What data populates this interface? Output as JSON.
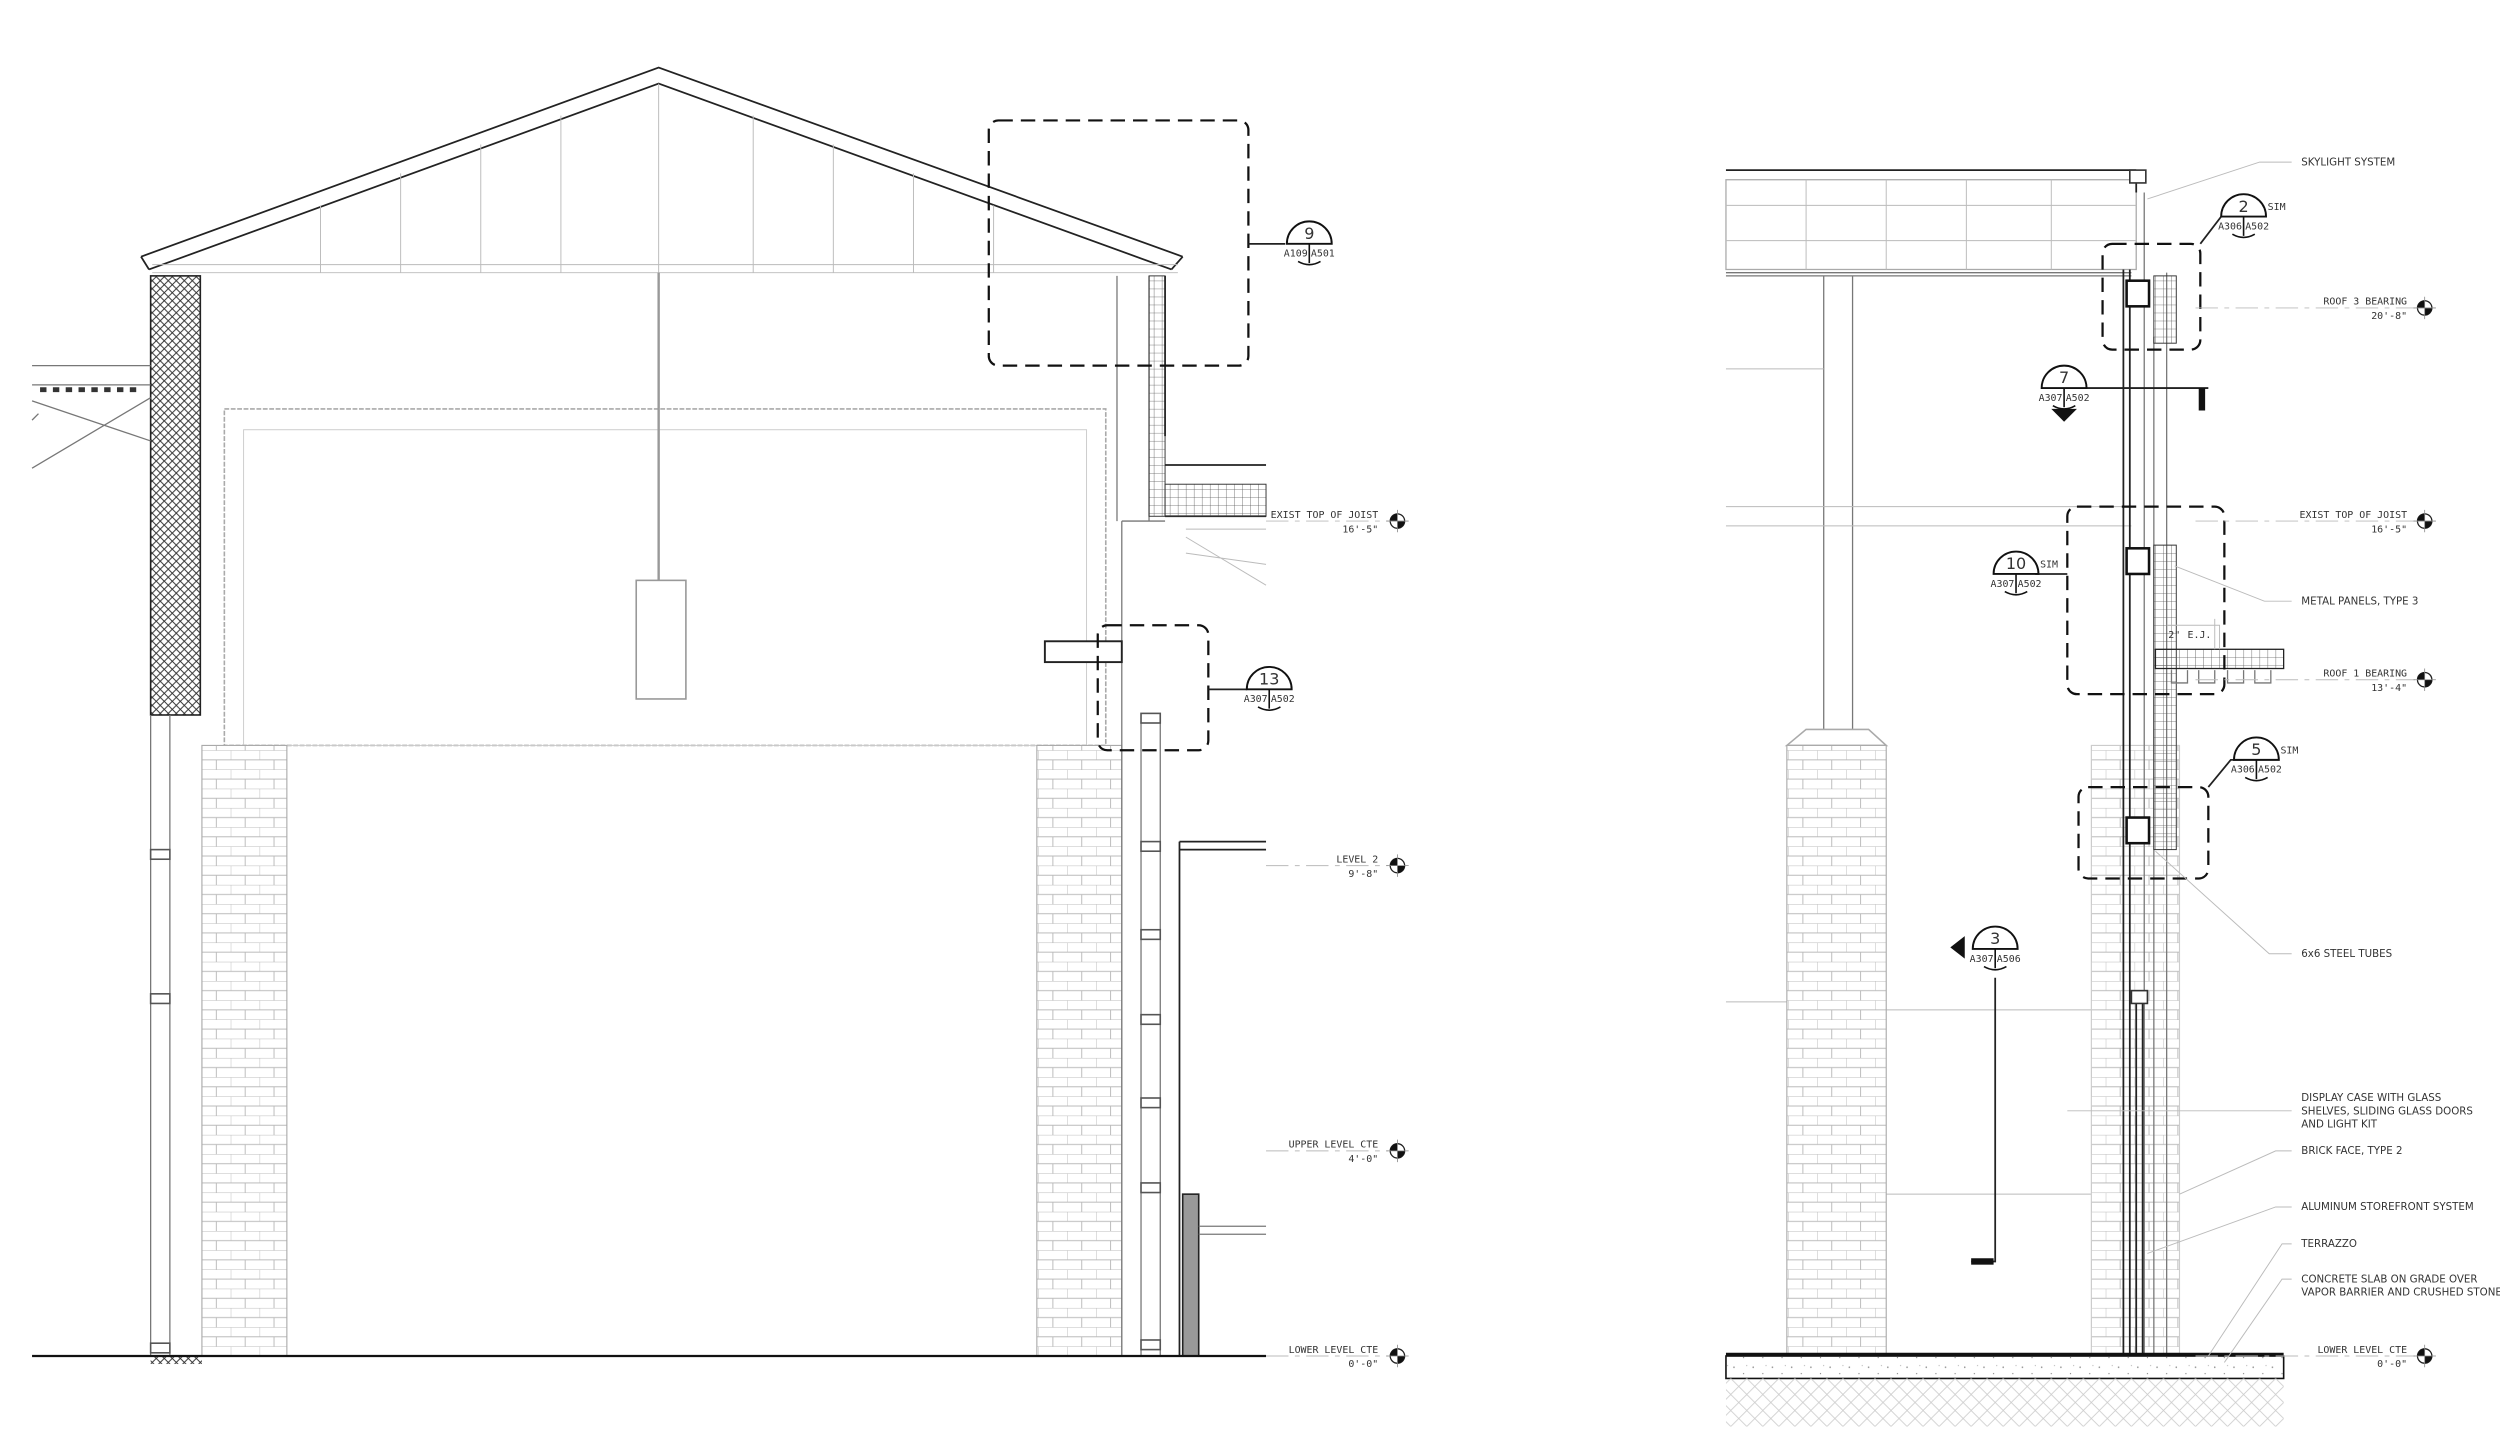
{
  "sheet": {
    "left_section": {
      "levels": [
        {
          "name": "EXIST TOP OF JOIST",
          "elevation": "16'-5\""
        },
        {
          "name": "LEVEL 2",
          "elevation": "9'-8\""
        },
        {
          "name": "UPPER LEVEL CTE",
          "elevation": "4'-0\""
        },
        {
          "name": "LOWER LEVEL CTE",
          "elevation": "0'-0\""
        }
      ],
      "callouts": [
        {
          "number": "9",
          "sheet_left": "A109",
          "sheet_right": "A501",
          "sim": ""
        },
        {
          "number": "13",
          "sheet_left": "A307",
          "sheet_right": "A502",
          "sim": ""
        }
      ]
    },
    "right_section": {
      "levels": [
        {
          "name": "ROOF 3 BEARING",
          "elevation": "20'-8\""
        },
        {
          "name": "EXIST TOP OF JOIST",
          "elevation": "16'-5\""
        },
        {
          "name": "ROOF 1 BEARING",
          "elevation": "13'-4\""
        },
        {
          "name": "LOWER LEVEL CTE",
          "elevation": "0'-0\""
        }
      ],
      "callouts": [
        {
          "number": "2",
          "sheet_left": "A306",
          "sheet_right": "A502",
          "sim": "SIM"
        },
        {
          "number": "7",
          "sheet_left": "A307",
          "sheet_right": "A502",
          "sim": ""
        },
        {
          "number": "10",
          "sheet_left": "A307",
          "sheet_right": "A502",
          "sim": "SIM"
        },
        {
          "number": "5",
          "sheet_left": "A306",
          "sheet_right": "A502",
          "sim": "SIM"
        },
        {
          "number": "3",
          "sheet_left": "A307",
          "sheet_right": "A506",
          "sim": ""
        }
      ],
      "notes": [
        [
          "SKYLIGHT SYSTEM"
        ],
        [
          "METAL PANELS, TYPE 3"
        ],
        [
          "6x6 STEEL TUBES"
        ],
        [
          "DISPLAY CASE WITH GLASS",
          "SHELVES, SLIDING GLASS DOORS",
          "AND LIGHT KIT"
        ],
        [
          "BRICK FACE, TYPE 2"
        ],
        [
          "ALUMINUM STOREFRONT SYSTEM"
        ],
        [
          "TERRAZZO"
        ],
        [
          "CONCRETE SLAB ON GRADE OVER",
          "VAPOR BARRIER AND CRUSHED STONE"
        ]
      ],
      "dimension": {
        "gap": "2\"",
        "joint": "E.J."
      }
    }
  }
}
